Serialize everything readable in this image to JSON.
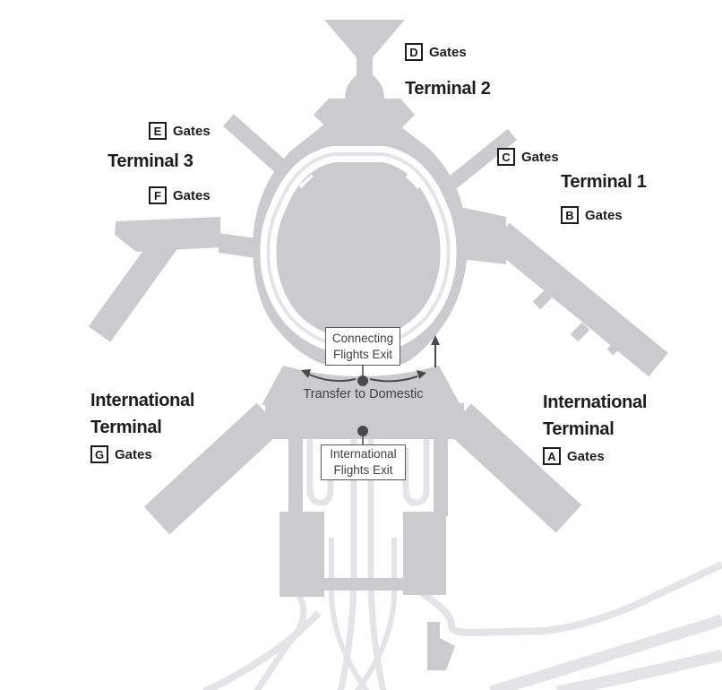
{
  "terminals": [
    {
      "id": "terminal-2",
      "name": "Terminal 2",
      "gates": [
        {
          "letter": "D",
          "word": "Gates"
        }
      ]
    },
    {
      "id": "terminal-3",
      "name": "Terminal 3",
      "gates": [
        {
          "letter": "E",
          "word": "Gates"
        },
        {
          "letter": "F",
          "word": "Gates"
        }
      ]
    },
    {
      "id": "terminal-1",
      "name": "Terminal 1",
      "gates": [
        {
          "letter": "C",
          "word": "Gates"
        },
        {
          "letter": "B",
          "word": "Gates"
        }
      ]
    },
    {
      "id": "international-terminal-west",
      "name": "International Terminal",
      "name_lines": [
        "International",
        "Terminal"
      ],
      "gates": [
        {
          "letter": "G",
          "word": "Gates"
        }
      ]
    },
    {
      "id": "international-terminal-east",
      "name": "International Terminal",
      "name_lines": [
        "International",
        "Terminal"
      ],
      "gates": [
        {
          "letter": "A",
          "word": "Gates"
        }
      ]
    }
  ],
  "callouts": [
    {
      "id": "connecting-flights-exit",
      "lines": [
        "Connecting",
        "Flights Exit"
      ]
    },
    {
      "id": "international-flights-exit",
      "lines": [
        "International",
        "Flights Exit"
      ]
    }
  ],
  "transfer_label": "Transfer to Domestic",
  "colors": {
    "building": "#c9cbcd",
    "road": "#e3e4e5",
    "annotation": "#4a4a4c",
    "text": "#1d1d1f",
    "callout_border": "#58595b",
    "callout_text": "#414042",
    "background": "#ffffff"
  }
}
